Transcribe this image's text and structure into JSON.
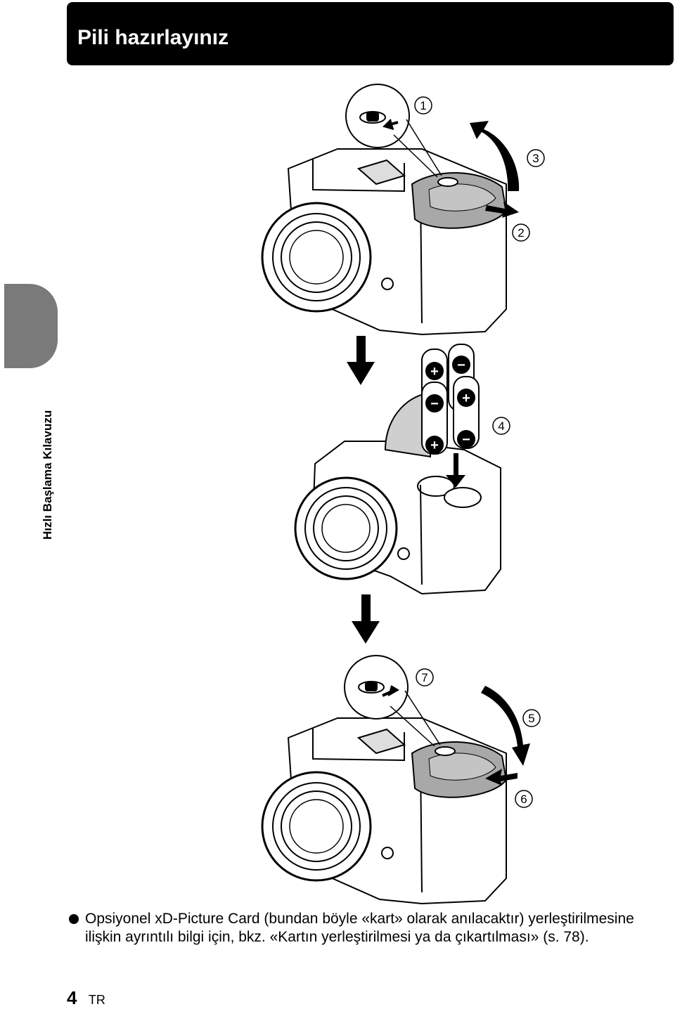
{
  "header": {
    "title": "Pili hazırlayınız"
  },
  "sidebar": {
    "section_label": "Hızlı Başlama Kılavuzu"
  },
  "figure": {
    "steps": {
      "s1": "1",
      "s2": "2",
      "s3": "3",
      "s4": "4",
      "s5": "5",
      "s6": "6",
      "s7": "7"
    },
    "battery_plus": "+",
    "battery_minus": "−"
  },
  "note": {
    "text": "Opsiyonel xD-Picture Card (bundan böyle «kart» olarak anılacaktır) yerleştirilmesine ilişkin ayrıntılı bilgi için, bkz. «Kartın yerleştirilmesi ya da çıkartılması» (s. 78)."
  },
  "footer": {
    "page_number": "4",
    "language": "TR"
  },
  "colors": {
    "title_bg": "#000000",
    "tab": "#7a7a7a",
    "cover": "#a8a8a8"
  }
}
